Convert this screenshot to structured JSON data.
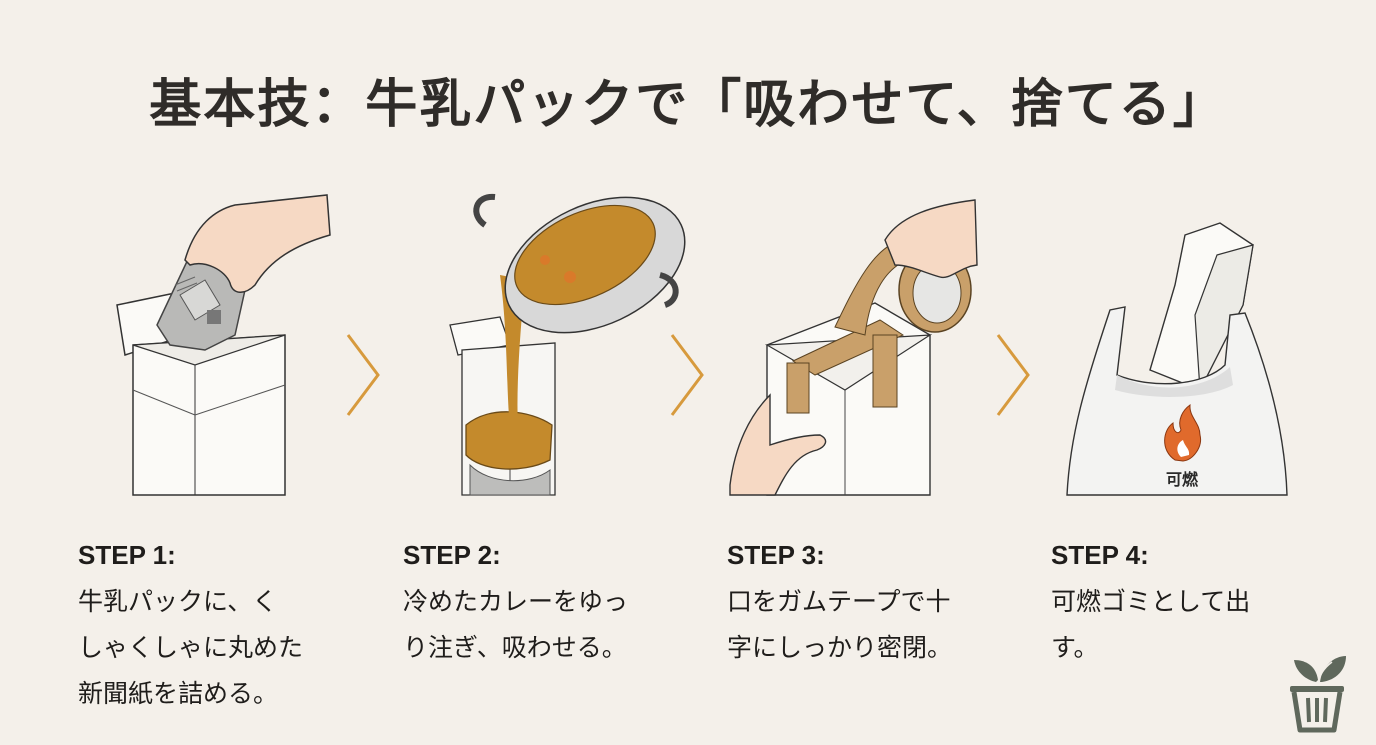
{
  "title": "基本技：牛乳パックで「吸わせて、捨てる」",
  "colors": {
    "background": "#f4f0ea",
    "title": "#2f2c29",
    "arrow": "#d79a3d",
    "curry": "#c48a2c",
    "tape": "#c9a06a",
    "flame": "#e06a2c",
    "eco_icon": "#5f685c"
  },
  "steps": [
    {
      "label": "STEP 1:",
      "text": "牛乳パックに、く\nしゃくしゃに丸めた\n新聞紙を詰める。",
      "illustration": "hand-stuffing-newspaper-into-milk-carton"
    },
    {
      "label": "STEP 2:",
      "text": "冷めたカレーをゆっ\nり注ぎ、吸わせる。",
      "illustration": "pouring-curry-from-pot-into-carton"
    },
    {
      "label": "STEP 3:",
      "text": "口をガムテープで十\n字にしっかり密閉。",
      "illustration": "sealing-carton-with-packing-tape"
    },
    {
      "label": "STEP 4:",
      "text": "可燃ゴミとして出\nす。",
      "illustration": "carton-in-plastic-bag"
    }
  ],
  "bag_label": "可燃",
  "arrows": [
    "chevron-right",
    "chevron-right",
    "chevron-right"
  ],
  "corner_icon": "eco-trash-bin-with-leaf"
}
